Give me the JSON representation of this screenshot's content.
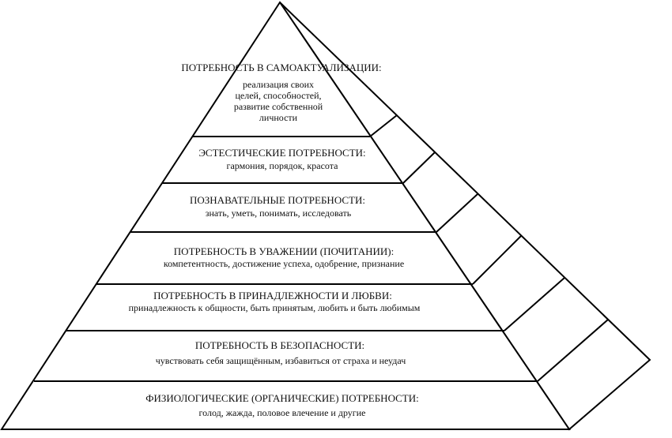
{
  "levels": [
    {
      "title": "ПОТРЕБНОСТЬ В САМОАКТУАЛИЗАЦИИ:",
      "description_lines": [
        "реализация своих",
        "целей, способностей,",
        "развитие собственной",
        "личности"
      ]
    },
    {
      "title": "ЭСТЕСТИЧЕСКИЕ ПОТРЕБНОСТИ:",
      "description_lines": [
        "гармония, порядок, красота"
      ]
    },
    {
      "title": "ПОЗНАВАТЕЛЬНЫЕ ПОТРЕБНОСТИ:",
      "description_lines": [
        "знать, уметь, понимать, исследовать"
      ]
    },
    {
      "title": "ПОТРЕБНОСТЬ В УВАЖЕНИИ (ПОЧИТАНИИ):",
      "description_lines": [
        "компетентность, достижение успеха, одобрение, признание"
      ]
    },
    {
      "title": "ПОТРЕБНОСТЬ В ПРИНАДЛЕЖНОСТИ И ЛЮБВИ:",
      "description_lines": [
        "принадлежность к общности, быть принятым, любить и быть любимым"
      ]
    },
    {
      "title": "ПОТРЕБНОСТЬ В БЕЗОПАСНОСТИ:",
      "description_lines": [
        "чувствовать себя защищённым, избавиться от страха и неудач"
      ]
    },
    {
      "title": "ФИЗИОЛОГИЧЕСКИЕ (ОРГАНИЧЕСКИЕ) ПОТРЕБНОСТИ:",
      "description_lines": [
        "голод, жажда, половое влечение и другие"
      ]
    }
  ]
}
